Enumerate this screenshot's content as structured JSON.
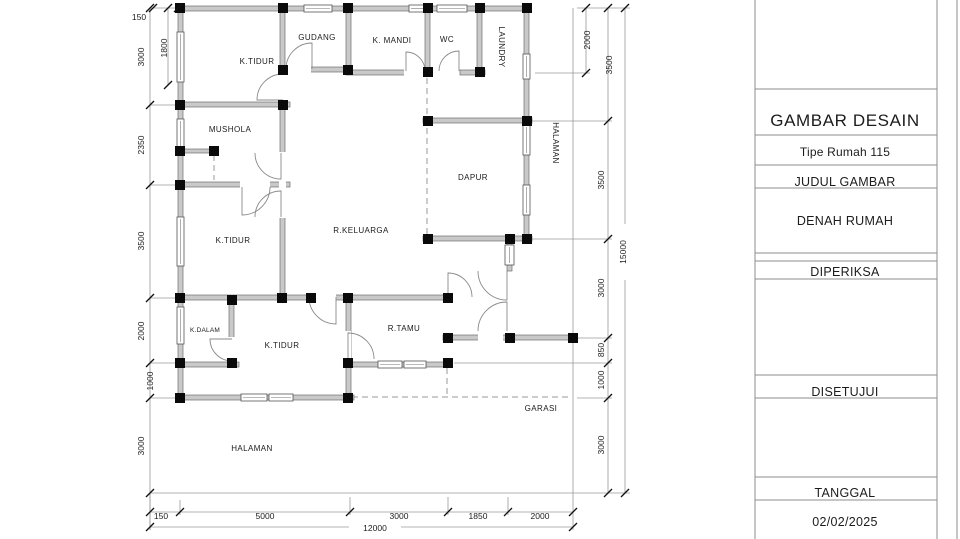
{
  "drawing": {
    "rooms": {
      "bedroom_top": "K.TIDUR",
      "storage": "GUDANG",
      "bathroom": "K. MANDI",
      "wc": "WC",
      "laundry": "LAUNDRY",
      "prayer_room": "MUSHOLA",
      "side_yard": "HALAMAN",
      "kitchen": "DAPUR",
      "bedroom_middle": "K.TIDUR",
      "family_room": "R.KELUARGA",
      "inner_room": "K.DALAM",
      "bedroom_bottom": "K.TIDUR",
      "guest_room": "R.TAMU",
      "garage": "GARASI",
      "front_yard": "HALAMAN"
    },
    "dimensions": {
      "left": [
        "150",
        "3000",
        "1800",
        "2350",
        "3500",
        "2000",
        "1000",
        "3000"
      ],
      "right": [
        "2000",
        "3500",
        "3500",
        "3000",
        "850",
        "1000",
        "3000",
        "15000"
      ],
      "bottom": [
        "150",
        "5000",
        "3000",
        "1850",
        "2000",
        "12000"
      ]
    }
  },
  "title_block": {
    "heading": "GAMBAR DESAIN",
    "subtitle": "Tipe Rumah 115",
    "label_judul": "JUDUL GAMBAR",
    "drawing_title": "DENAH RUMAH",
    "label_diperiksa": "DIPERIKSA",
    "label_disetujui": "DISETUJUI",
    "label_tanggal": "TANGGAL",
    "date": "02/02/2025"
  },
  "colors": {
    "wall_fill": "#c9c9c9",
    "wall_stroke": "#6e6e6e",
    "column": "#0a0a0a",
    "dim_line": "#9a9a9a",
    "text": "#1c1c1c"
  }
}
